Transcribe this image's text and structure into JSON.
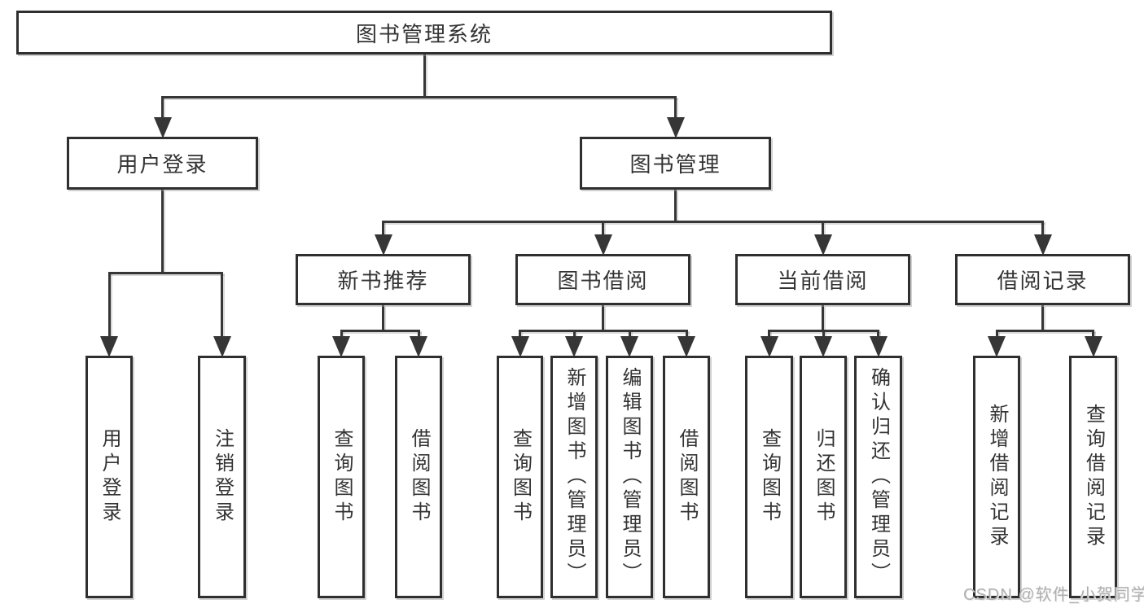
{
  "diagram": {
    "root": {
      "id": "root",
      "label": "图书管理系统",
      "children": [
        {
          "id": "user-login",
          "label": "用户登录",
          "children": [
            {
              "id": "user-login-leaf",
              "label": "用户登录"
            },
            {
              "id": "logout-leaf",
              "label": "注销登录"
            }
          ]
        },
        {
          "id": "book-mgmt",
          "label": "图书管理",
          "children": [
            {
              "id": "new-book-rec",
              "label": "新书推荐",
              "children": [
                {
                  "id": "nbr-query-books",
                  "label": "查询图书"
                },
                {
                  "id": "nbr-borrow-books",
                  "label": "借阅图书"
                }
              ]
            },
            {
              "id": "book-borrow",
              "label": "图书借阅",
              "children": [
                {
                  "id": "bb-query-books",
                  "label": "查询图书"
                },
                {
                  "id": "bb-add-books",
                  "label": "新增图书（管理员）"
                },
                {
                  "id": "bb-edit-books",
                  "label": "编辑图书（管理员）"
                },
                {
                  "id": "bb-borrow-books",
                  "label": "借阅图书"
                }
              ]
            },
            {
              "id": "current-borrow",
              "label": "当前借阅",
              "children": [
                {
                  "id": "cb-query-books",
                  "label": "查询图书"
                },
                {
                  "id": "cb-return-books",
                  "label": "归还图书"
                },
                {
                  "id": "cb-confirm-return",
                  "label": "确认归还（管理员）"
                }
              ]
            },
            {
              "id": "borrow-records",
              "label": "借阅记录",
              "children": [
                {
                  "id": "br-add-record",
                  "label": "新增借阅记录"
                },
                {
                  "id": "br-query-record",
                  "label": "查询借阅记录"
                }
              ]
            }
          ]
        }
      ]
    },
    "watermark": "CSDN @软件_小贺同学",
    "colors": {
      "line": "#363636",
      "box_border": "#2f2f2f",
      "text": "#333333",
      "watermark": "#b0b0b0",
      "background": "#ffffff"
    }
  }
}
